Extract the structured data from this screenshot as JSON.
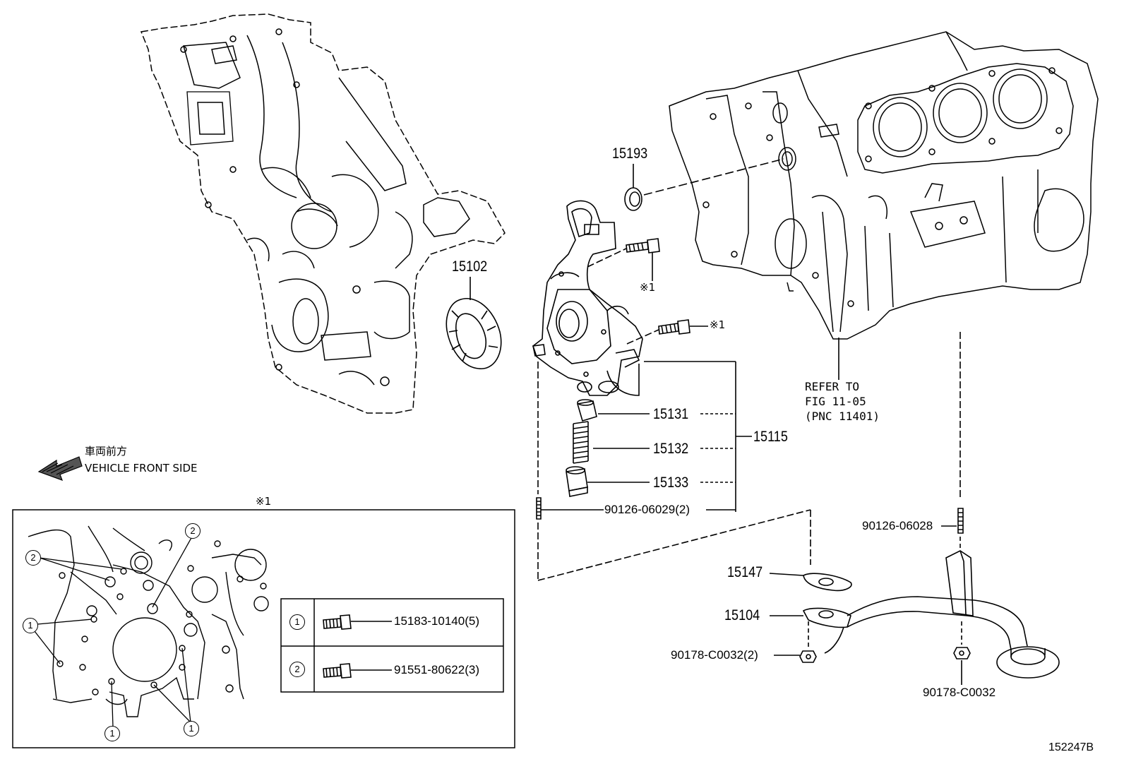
{
  "labels": {
    "p15193": "15193",
    "p15102": "15102",
    "note1_a": "※1",
    "note1_b": "※1",
    "p15131": "15131",
    "p15132": "15132",
    "p15133": "15133",
    "p15115": "15115",
    "p90126_06029": "90126-06029(2)",
    "p90126_06028": "90126-06028",
    "p15147": "15147",
    "p15104": "15104",
    "p90178_c0032_2": "90178-C0032(2)",
    "p90178_c0032": "90178-C0032",
    "refer_line1": "REFER TO",
    "refer_line2": "FIG 11-05",
    "refer_line3": "(PNC 11401)",
    "front_jp": "車両前方",
    "front_en": "VEHICLE FRONT SIDE",
    "inset_note": "※1",
    "figure_number": "152247B"
  },
  "inset": {
    "callout_1": "1",
    "callout_2": "2",
    "legend": [
      {
        "key": "1",
        "part": "15183-10140(5)"
      },
      {
        "key": "2",
        "part": "91551-80622(3)"
      }
    ]
  }
}
